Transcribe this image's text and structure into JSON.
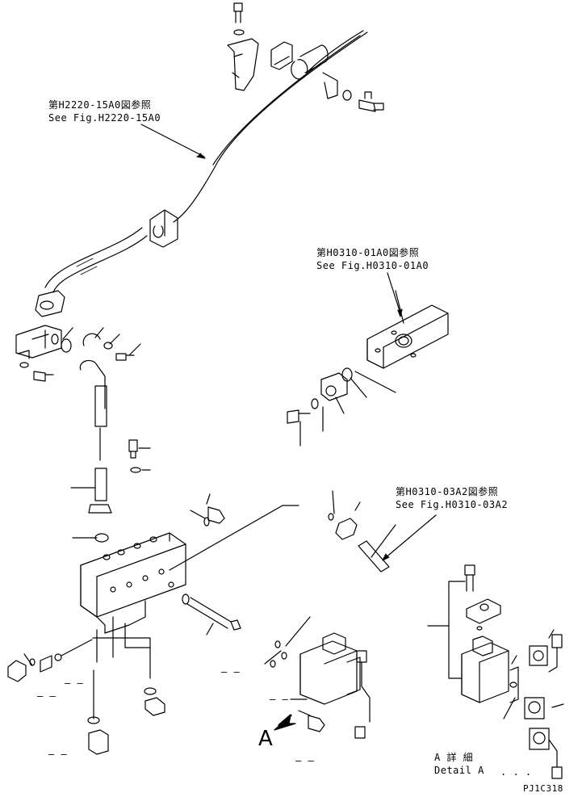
{
  "refs": {
    "h2220_jp": "第H2220-15A0図参照",
    "h2220_en": "See Fig.H2220-15A0",
    "h0310_01_jp": "第H0310-01A0図参照",
    "h0310_01_en": "See Fig.H0310-01A0",
    "h0310_03_jp": "第H0310-03A2図参照",
    "h0310_03_en": "See Fig.H0310-03A2"
  },
  "view_letter": "A",
  "detail_jp": "A 詳 細",
  "detail_en": "Detail A",
  "drawing_code": "PJ1C318",
  "dashes": [
    "– –",
    "– –",
    "– –",
    "– –",
    "– –",
    "– –",
    ". . ."
  ]
}
